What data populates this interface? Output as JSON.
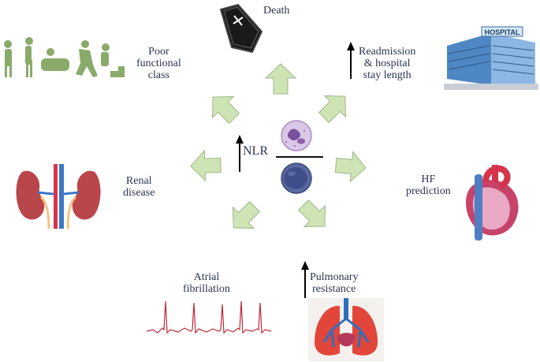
{
  "labels": {
    "death": "Death",
    "readmission": [
      "Readmission",
      "& hospital",
      "stay length"
    ],
    "poor_functional": [
      "Poor",
      "functional",
      "class"
    ],
    "hf_prediction": [
      "HF",
      "prediction"
    ],
    "renal": [
      "Renal",
      "disease"
    ],
    "atrial": [
      "Atrial",
      "fibrillation"
    ],
    "pulmonary": [
      "Pulmonary",
      "resistance"
    ],
    "nlr": "NLR",
    "hospital_sign": "HOSPITAL"
  },
  "colors": {
    "arrow_fill": "#cfe4b4",
    "arrow_stroke": "#9fb889",
    "text": "#2b3550",
    "figure_green": "#8aaa6a",
    "ecg_red": "#c0283a"
  },
  "icons": [
    "coffin-icon",
    "hospital-building-icon",
    "walking-people-icon",
    "heart-icon",
    "kidneys-icon",
    "ecg-trace-icon",
    "lungs-icon",
    "neutrophil-icon",
    "lymphocyte-icon",
    "up-arrow-icon"
  ]
}
